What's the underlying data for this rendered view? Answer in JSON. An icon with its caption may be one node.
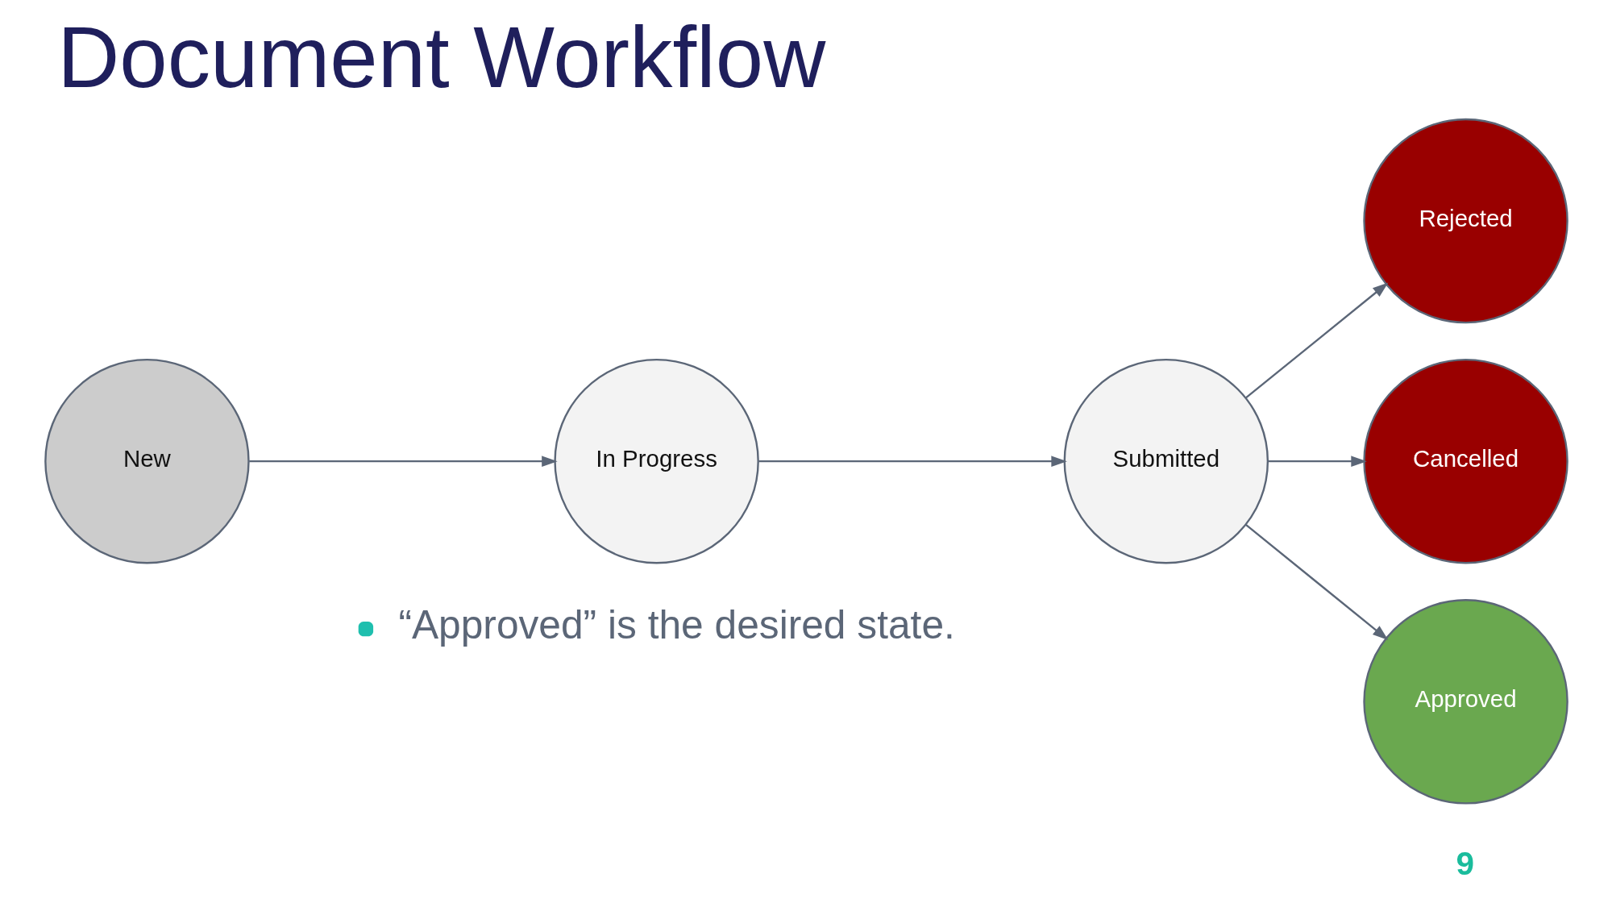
{
  "diagram": {
    "title": "Document Workflow",
    "nodes": [
      {
        "text": [
          "New"
        ]
      },
      {
        "text": [
          "In Progress"
        ]
      },
      {
        "text": [
          "Submitted"
        ]
      },
      {
        "text": [
          "Rejected"
        ]
      },
      {
        "text": [
          "Cancelled"
        ]
      },
      {
        "text": [
          "Approved"
        ]
      }
    ],
    "edges": [
      {
        "from": 0,
        "to": 1,
        "arrow": "to"
      },
      {
        "from": 1,
        "to": 2,
        "arrow": "to"
      },
      {
        "from": 2,
        "to": 3,
        "arrow": "to"
      },
      {
        "from": 2,
        "to": 4,
        "arrow": "to"
      },
      {
        "from": 2,
        "to": 5,
        "arrow": "to"
      }
    ],
    "labels": [
      "“Approved” is the desired state.",
      "9"
    ]
  }
}
